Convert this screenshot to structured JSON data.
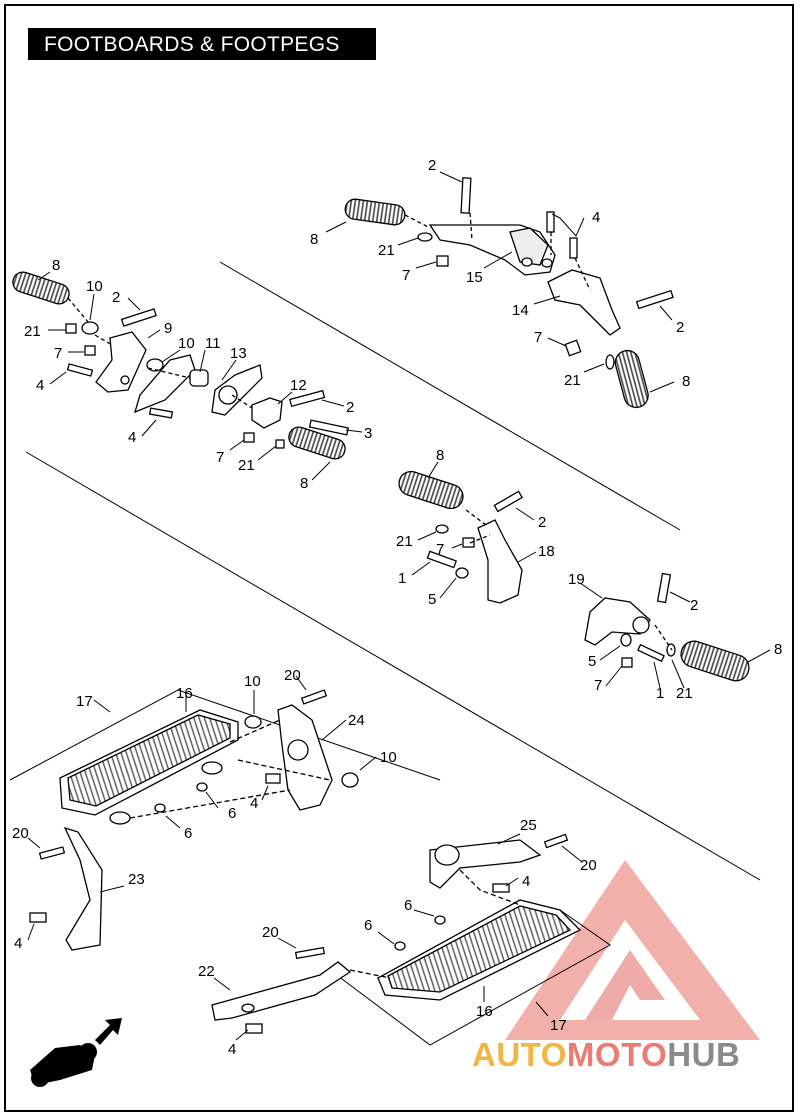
{
  "title": "FOOTBOARDS & FOOTPEGS",
  "watermark": {
    "part1": "AUTO",
    "part2": "MOTO",
    "part3": "HUB",
    "colors": {
      "auto": "#f2b544",
      "moto": "#e97c73",
      "hub": "#8a8a8a",
      "logo": "#e05a52"
    }
  },
  "callouts": {
    "c2a": "2",
    "c4a": "4",
    "c8a": "8",
    "c21a": "21",
    "c7a": "7",
    "c15": "15",
    "c14": "14",
    "c2b": "2",
    "c7b": "7",
    "c21b": "21",
    "c8b": "8",
    "c8c": "8",
    "c10a": "10",
    "c2c": "2",
    "c21c": "21",
    "c9": "9",
    "c7c": "7",
    "c10b": "10",
    "c11": "11",
    "c13": "13",
    "c4b": "4",
    "c12": "12",
    "c2d": "2",
    "c4c": "4",
    "c3": "3",
    "c7d": "7",
    "c21d": "21",
    "c8d": "8",
    "c8e": "8",
    "c2e": "2",
    "c21e": "21",
    "c7e": "7",
    "c18": "18",
    "c1a": "1",
    "c5a": "5",
    "c19": "19",
    "c2f": "2",
    "c5b": "5",
    "c8f": "8",
    "c7f": "7",
    "c1b": "1",
    "c21f": "21",
    "c17a": "17",
    "c16a": "16",
    "c10c": "10",
    "c20a": "20",
    "c24": "24",
    "c10d": "10",
    "c6a": "6",
    "c4d": "4",
    "c6b": "6",
    "c20b": "20",
    "c23": "23",
    "c4e": "4",
    "c25": "25",
    "c20c": "20",
    "c4f": "4",
    "c6c": "6",
    "c20d": "20",
    "c6d": "6",
    "c22": "22",
    "c16b": "16",
    "c17b": "17",
    "c4g": "4"
  }
}
